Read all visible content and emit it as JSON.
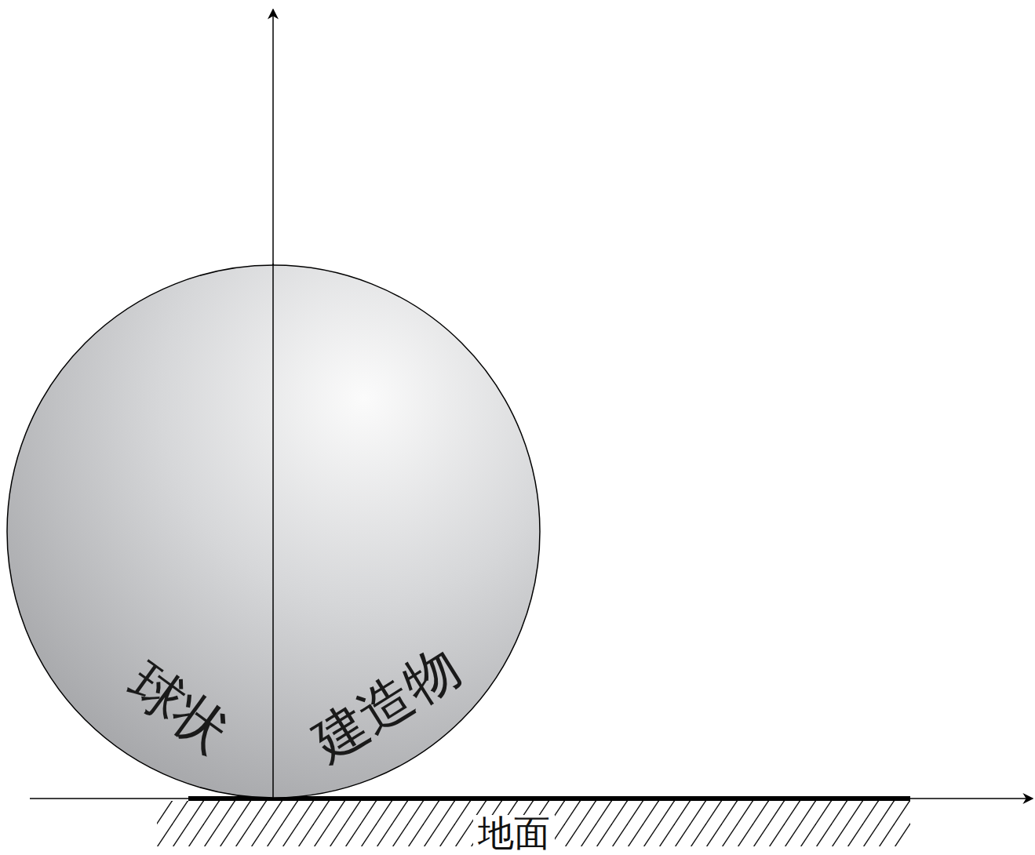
{
  "diagram": {
    "nodes": [
      {
        "text": [
          "球状",
          "建造物"
        ]
      }
    ],
    "labels": [
      "地面"
    ]
  }
}
